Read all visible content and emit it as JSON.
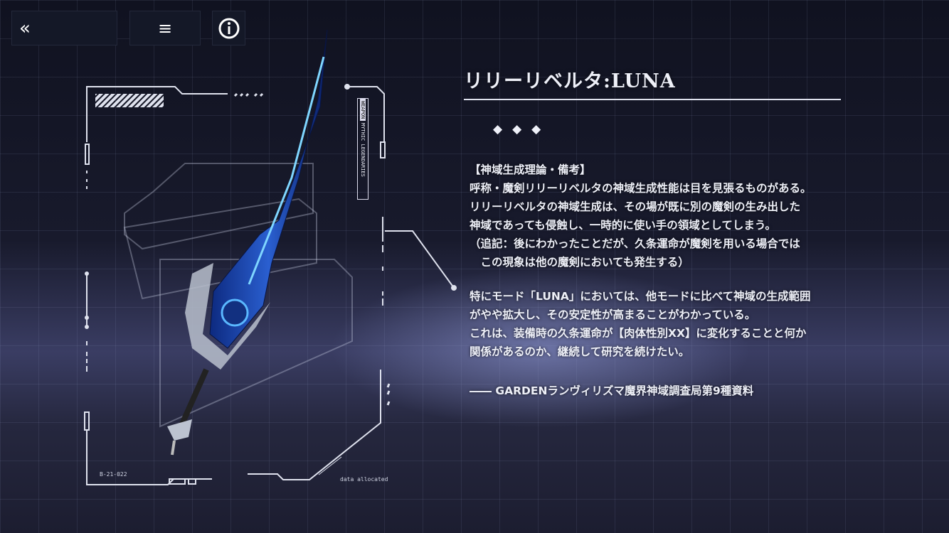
{
  "nav": {
    "back_icon": "«",
    "menu_icon": "≡",
    "info_icon": "i"
  },
  "weapon": {
    "name": "リリーリベルタ:LUNA",
    "rarity_marks": "◆◆◆",
    "tag_type": "WEAPON",
    "tag_class": "MYTHIC LEGENDARIES",
    "code": "B-21-022",
    "status": "data allocated"
  },
  "description": {
    "heading": "【神域生成理論・備考】",
    "para1": [
      "呼称・魔剣リリーリベルタの神域生成性能は目を見張るものがある。",
      "リリーリベルタの神域生成は、その場が既に別の魔剣の生み出した",
      "神域であっても侵蝕し、一時的に使い手の領域としてしまう。",
      "（追記：後にわかったことだが、久条運命が魔剣を用いる場合では",
      "　この現象は他の魔剣においても発生する）"
    ],
    "para2": [
      "特にモード「LUNA」においては、他モードに比べて神域の生成範囲",
      "がやや拡大し、その安定性が高まることがわかっている。",
      "これは、装備時の久条運命が【肉体性別XX】に変化することと何か",
      "関係があるのか、継続して研究を続けたい。"
    ],
    "source": "―― GARDENランヴィリズマ魔界神域調査局第9種資料"
  }
}
